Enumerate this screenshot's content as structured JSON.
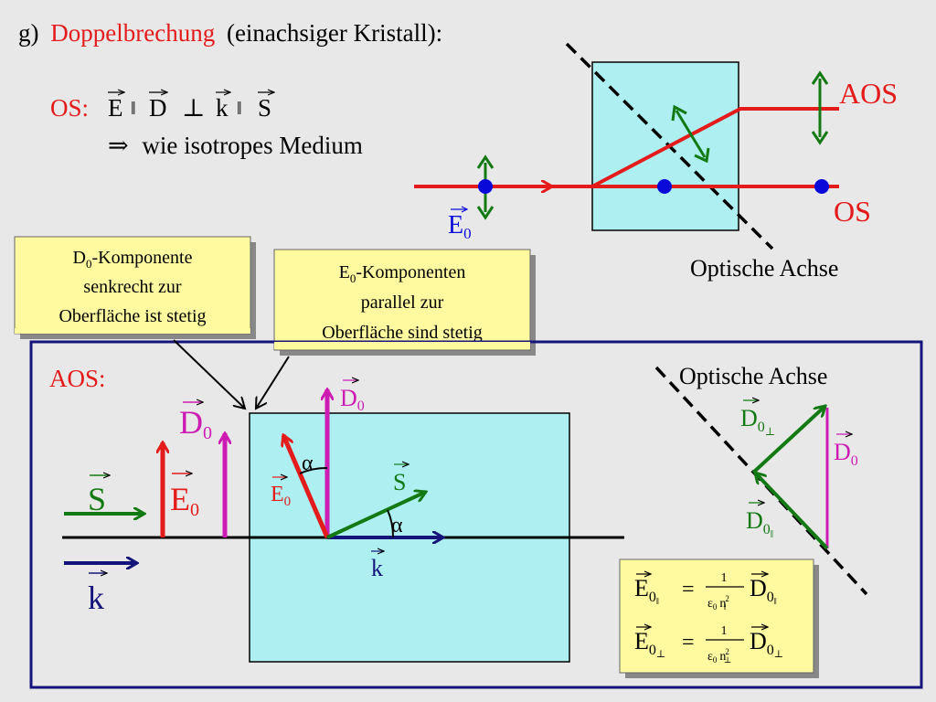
{
  "title": {
    "prefix": "g)",
    "keyword": "Doppelbrechung",
    "suffix": "(einachsiger Kristall):"
  },
  "os_line": {
    "label": "OS:",
    "E": "E",
    "D": "D",
    "k": "k",
    "S": "S",
    "parallel": "‖",
    "perp": "⊥"
  },
  "isotrop_line": {
    "arrow": "⇒",
    "text": "wie isotropes Medium"
  },
  "top_diagram": {
    "aos": "AOS",
    "os": "OS",
    "optic_axis": "Optische Achse",
    "e0": "E",
    "e0_sub": "0"
  },
  "box_left": {
    "pre": "D",
    "sub": "0",
    "line1": "-Komponente",
    "line2": "senkrecht zur",
    "line3": "Oberfläche ist stetig"
  },
  "box_right": {
    "pre": "E",
    "sub": "0",
    "line1": "-Komponenten",
    "line2": "parallel zur",
    "line3": "Oberfläche sind stetig"
  },
  "aos_panel": {
    "label": "AOS:",
    "d0": "D",
    "d0_sub": "0",
    "e0": "E",
    "e0_sub": "0",
    "s": "S",
    "k": "k",
    "alpha": "α",
    "optic_axis": "Optische Achse",
    "d0perp": "D",
    "d0perp_sub": "0",
    "d0perp_subsub": "⊥",
    "d0par": "D",
    "d0par_sub": "0",
    "d0par_subsub": "‖"
  },
  "formula": {
    "E": "E",
    "D": "D",
    "sub0": "0",
    "par": "‖",
    "perp": "⊥",
    "eq": "=",
    "num": "1",
    "eps": "ε",
    "eps_sub": "0",
    "n": "n",
    "n_sup": "2"
  },
  "colors": {
    "red": "#e41b1b",
    "green": "#137a13",
    "blue": "#0a0ad8",
    "navy": "#14147a",
    "magenta": "#cc1cb4",
    "cyan": "#aef0f2",
    "yellow": "#fffaa0"
  }
}
